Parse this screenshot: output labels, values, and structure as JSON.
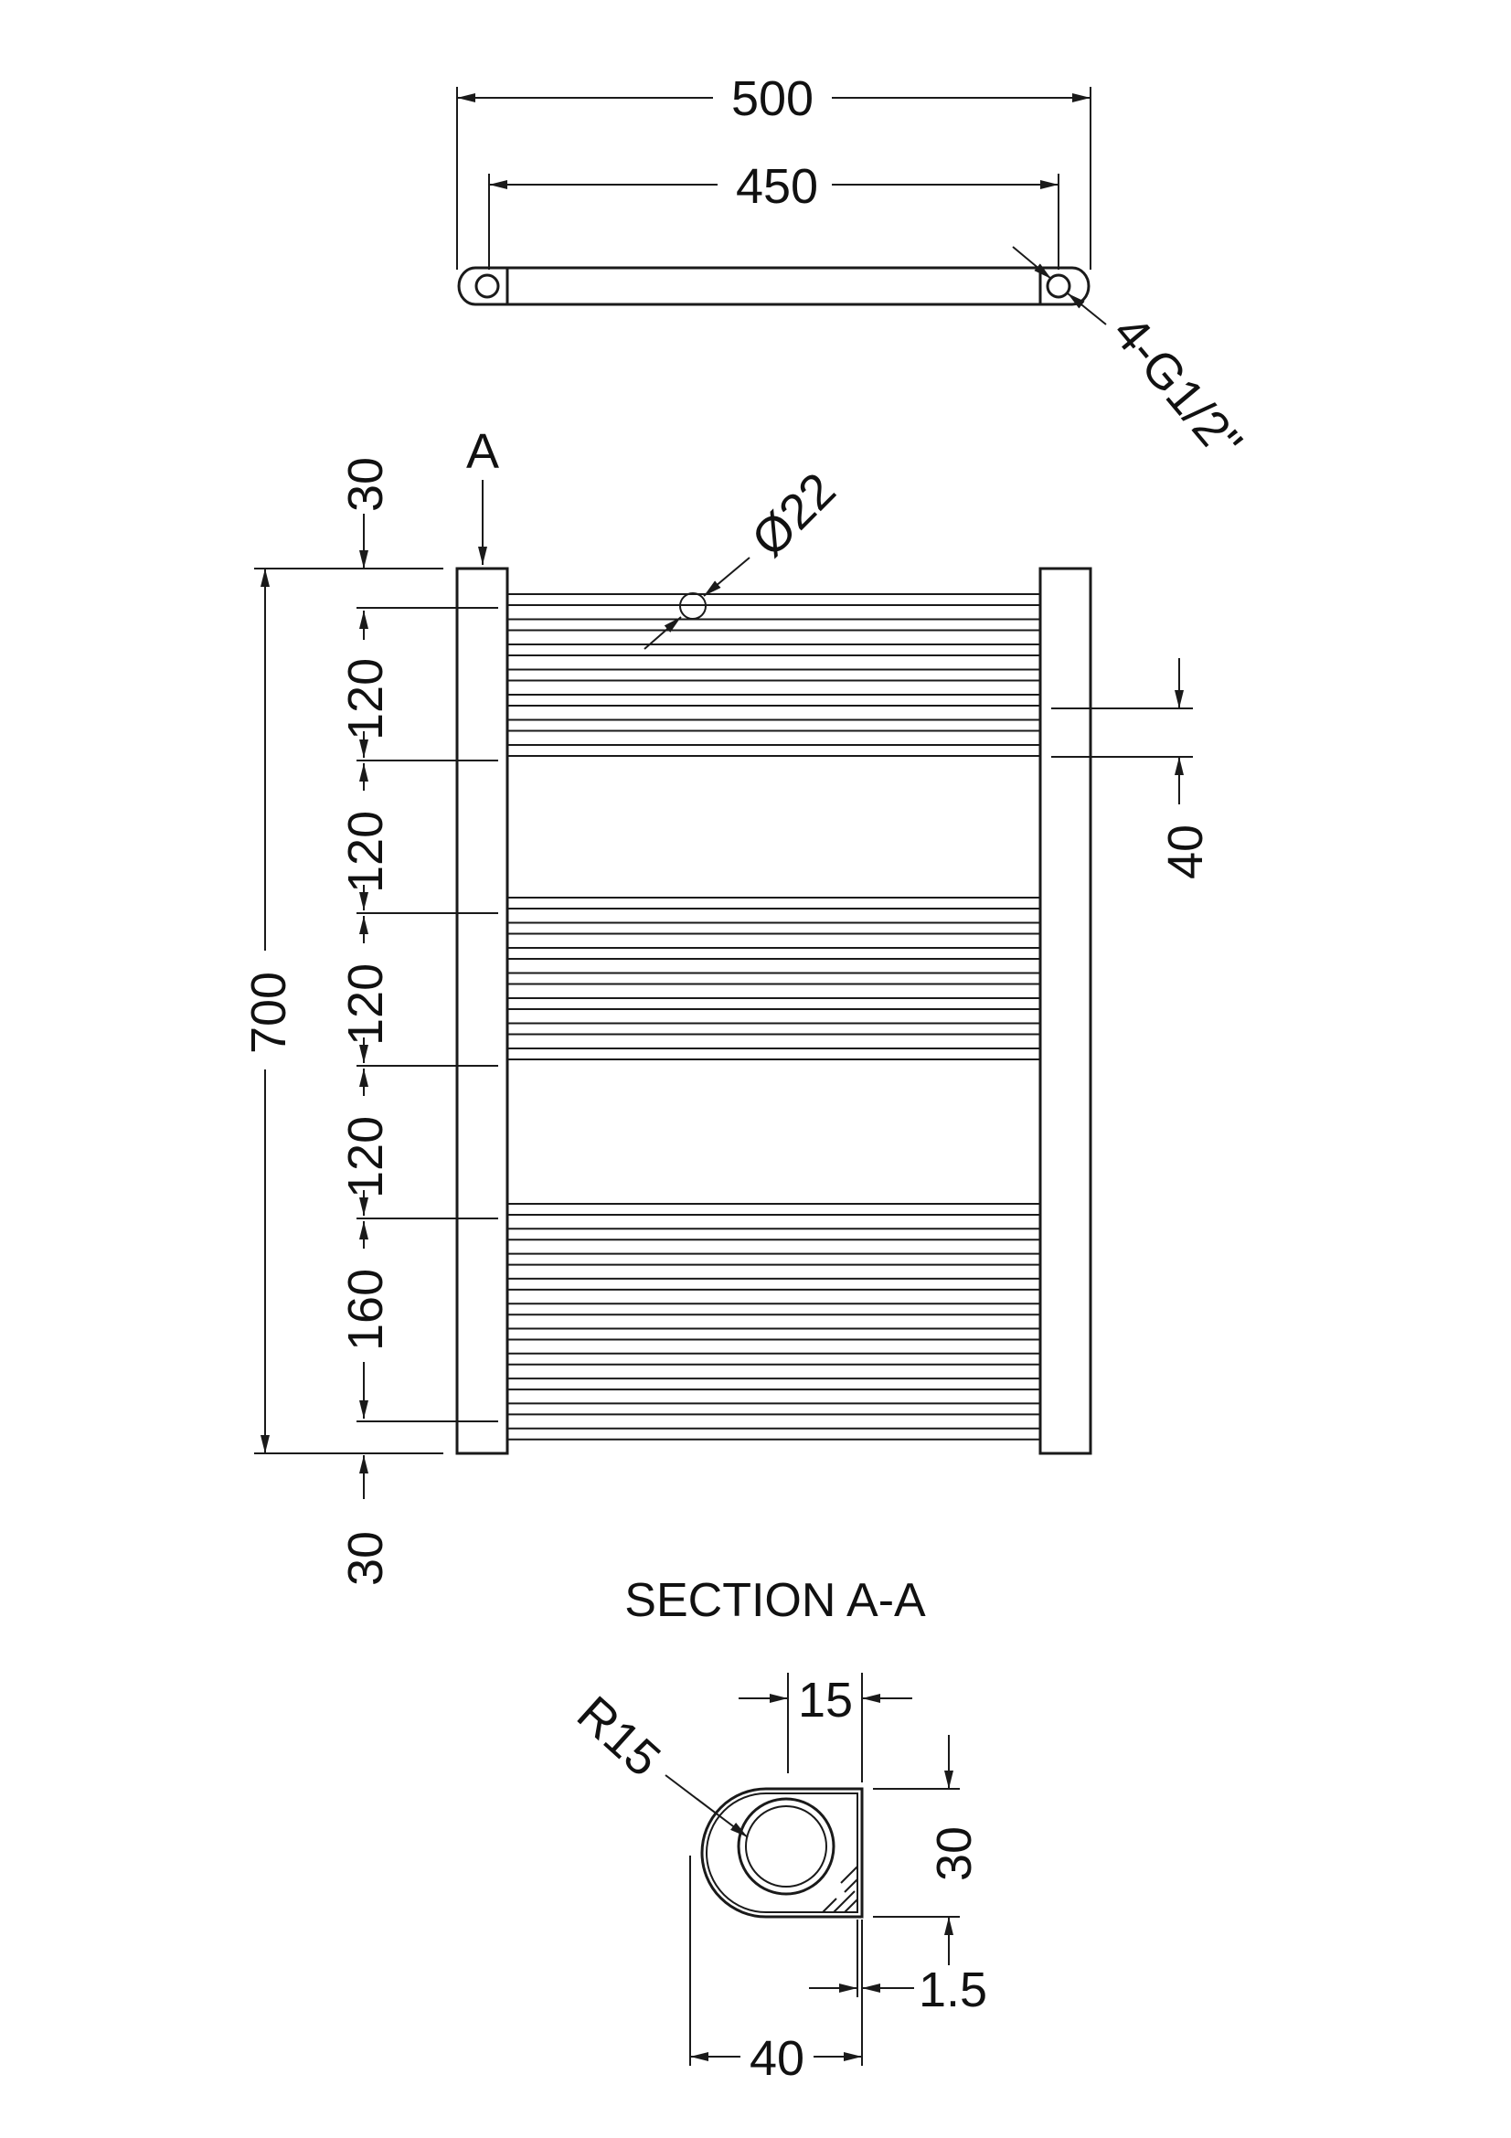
{
  "top_view": {
    "overall_width": "500",
    "centres_width": "450",
    "connection": "4-G1/2\""
  },
  "front_view": {
    "section_marker": "A",
    "tube_diameter": "Ø22",
    "rail_offset": "40",
    "overall_height": "700",
    "top_gap": "30",
    "bottom_gap": "30",
    "spacings": [
      "120",
      "120",
      "120",
      "120",
      "160"
    ]
  },
  "section": {
    "title": "SECTION A-A",
    "width": "40",
    "inner": "15",
    "height": "30",
    "radius": "R15",
    "wall": "1.5"
  }
}
